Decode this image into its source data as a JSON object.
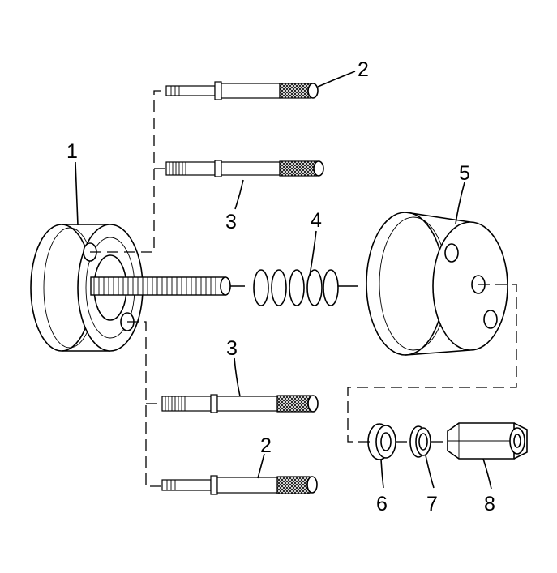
{
  "diagram": {
    "callouts": {
      "c1": "1",
      "c2a": "2",
      "c3a": "3",
      "c4": "4",
      "c5": "5",
      "c3b": "3",
      "c2b": "2",
      "c6": "6",
      "c7": "7",
      "c8": "8"
    }
  }
}
